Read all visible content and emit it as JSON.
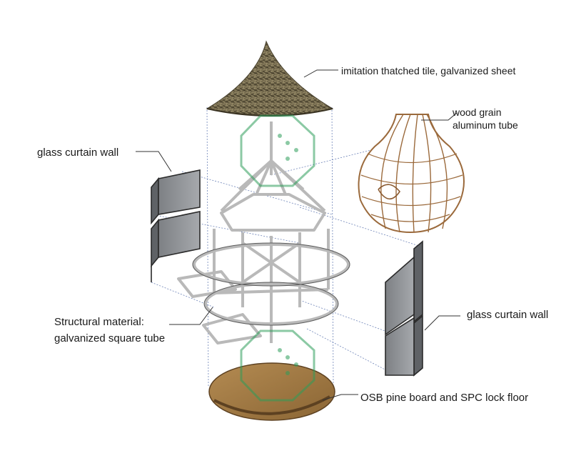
{
  "labels": {
    "roof": "imitation thatched tile, galvanized sheet",
    "wood_line1": "wood grain",
    "wood_line2": "aluminum tube",
    "glass_left": "glass curtain wall",
    "glass_right": "glass curtain wall",
    "structure_line1": "Structural material:",
    "structure_line2": "galvanized square tube",
    "floor": "OSB pine board and SPC lock floor"
  },
  "colors": {
    "background": "#ffffff",
    "thatch": "#6b6147",
    "wood_rattan": "#9b6a3c",
    "frame_tube": "#c8c8c8",
    "glass_panel": "#8c8f93",
    "floor_board": "#a27a44",
    "guide_line": "#6e84b8",
    "watermark": "#2e9d5a"
  }
}
